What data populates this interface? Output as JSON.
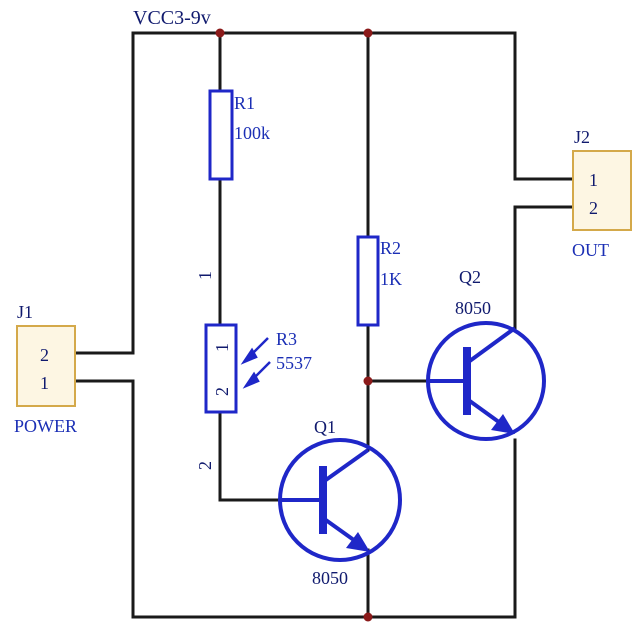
{
  "supply_label": "VCC3-9v",
  "colors": {
    "wire": "#1a1a1a",
    "component": "#1f27c8",
    "label": "#1b2fb5",
    "junction": "#8b1a1a",
    "connector_fill": "#fdf6e3",
    "connector_border": "#d4a94a"
  },
  "R1": {
    "ref": "R1",
    "value": "100k"
  },
  "R2": {
    "ref": "R2",
    "value": "1K"
  },
  "R3": {
    "ref": "R3",
    "value": "5537",
    "pin1": "1",
    "pin2": "2",
    "pin1_inner": "1",
    "pin2_inner": "2"
  },
  "Q1": {
    "ref": "Q1",
    "value": "8050"
  },
  "Q2": {
    "ref": "Q2",
    "value": "8050"
  },
  "J1": {
    "ref": "J1",
    "pin_top": "2",
    "pin_bottom": "1",
    "name": "POWER"
  },
  "J2": {
    "ref": "J2",
    "pin_top": "1",
    "pin_bottom": "2",
    "name": "OUT"
  }
}
